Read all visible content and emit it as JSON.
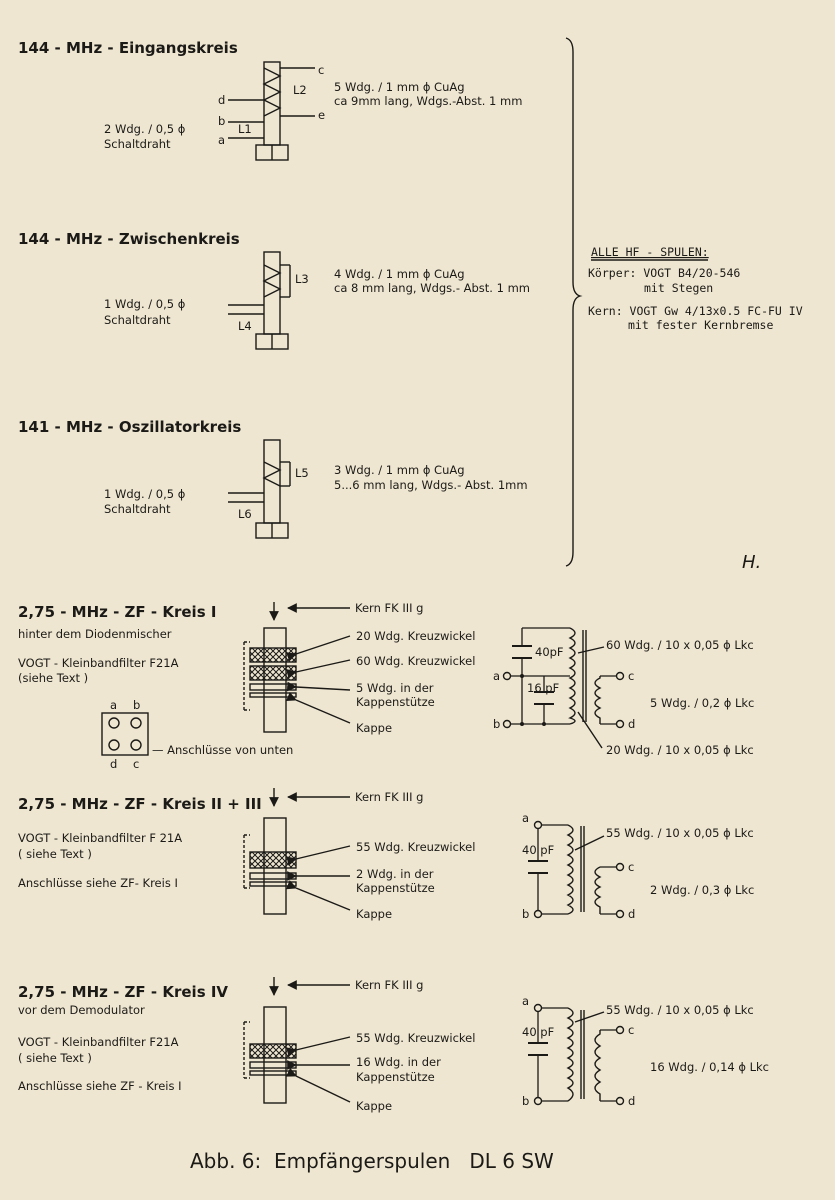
{
  "coils": [
    {
      "title": "144 - MHz - Eingangskreis",
      "winding": [
        "5 Wdg. / 1 mm ϕ CuAg",
        "ca 9mm lang, Wdgs.-Abst. 1 mm"
      ],
      "coupling": [
        "2 Wdg. / 0,5 ϕ",
        "Schaltdraht"
      ],
      "labels": {
        "main": "L2",
        "link": "L1",
        "c": "c",
        "d": "d",
        "e": "e",
        "b": "b",
        "a": "a"
      }
    },
    {
      "title": "144 - MHz - Zwischenkreis",
      "winding": [
        "4 Wdg. / 1 mm ϕ CuAg",
        "ca 8 mm lang, Wdgs.- Abst. 1 mm"
      ],
      "coupling": [
        "1 Wdg. / 0,5 ϕ",
        "Schaltdraht"
      ],
      "labels": {
        "main": "L3",
        "link": "L4"
      }
    },
    {
      "title": "141 - MHz - Oszillatorkreis",
      "winding": [
        "3 Wdg. / 1 mm ϕ CuAg",
        "5...6 mm lang, Wdgs.- Abst. 1mm"
      ],
      "coupling": [
        "1 Wdg. / 0,5 ϕ",
        "Schaltdraht"
      ],
      "labels": {
        "main": "L5",
        "link": "L6"
      }
    }
  ],
  "hf_note": {
    "heading": "ALLE HF - SPULEN:",
    "lines": [
      "Körper: VOGT B4/20-546",
      "mit Stegen",
      "Kern: VOGT Gw 4/13x0.5 FC-FU IV",
      "mit fester Kernbremse"
    ]
  },
  "initials": "H.",
  "zf1": {
    "title": "2,75 - MHz - ZF - Kreis I",
    "sub": "hinter dem Diodenmischer",
    "filter": [
      "VOGT - Kleinbandfilter F21A",
      "(siehe Text )"
    ],
    "kern": "Kern FK III g",
    "parts": [
      "20 Wdg. Kreuzwickel",
      "60 Wdg. Kreuzwickel",
      "5 Wdg. in der",
      "Kappenstütze",
      "Kappe"
    ],
    "pins": {
      "a": "a",
      "b": "b",
      "c": "c",
      "d": "d"
    },
    "pins_note": "— Anschlüsse von unten",
    "schem": {
      "cap1": "40pF",
      "cap2": "16 pF",
      "w1": "60 Wdg. / 10 x 0,05 ϕ Lkc",
      "w2": "5 Wdg. / 0,2 ϕ Lkc",
      "w3": "20 Wdg. / 10 x 0,05 ϕ Lkc",
      "a": "a",
      "b": "b",
      "c": "c",
      "d": "d"
    }
  },
  "zf2": {
    "title": "2,75 - MHz - ZF - Kreis II + III",
    "filter": [
      "VOGT - Kleinbandfilter F 21A",
      "( siehe Text )"
    ],
    "conn": "Anschlüsse siehe ZF- Kreis I",
    "kern": "Kern FK III g",
    "parts": [
      "55 Wdg. Kreuzwickel",
      "2 Wdg. in der",
      "Kappenstütze",
      "Kappe"
    ],
    "schem": {
      "cap": "40 pF",
      "w1": "55 Wdg. / 10 x 0,05 ϕ Lkc",
      "w2": "2 Wdg. / 0,3 ϕ Lkc",
      "a": "a",
      "b": "b",
      "c": "c",
      "d": "d"
    }
  },
  "zf4": {
    "title": "2,75 - MHz - ZF - Kreis IV",
    "sub": "vor dem Demodulator",
    "filter": [
      "VOGT - Kleinbandfilter F21A",
      "( siehe Text )"
    ],
    "conn": "Anschlüsse siehe ZF - Kreis I",
    "kern": "Kern FK III g",
    "parts": [
      "55 Wdg. Kreuzwickel",
      "16 Wdg. in der",
      "Kappenstütze",
      "Kappe"
    ],
    "schem": {
      "cap": "40 pF",
      "w1": "55 Wdg. / 10 x 0,05 ϕ Lkc",
      "w2": "16 Wdg. / 0,14 ϕ Lkc",
      "a": "a",
      "b": "b",
      "c": "c",
      "d": "d"
    }
  },
  "caption": "Abb. 6:  Empfängerspulen   DL 6 SW"
}
